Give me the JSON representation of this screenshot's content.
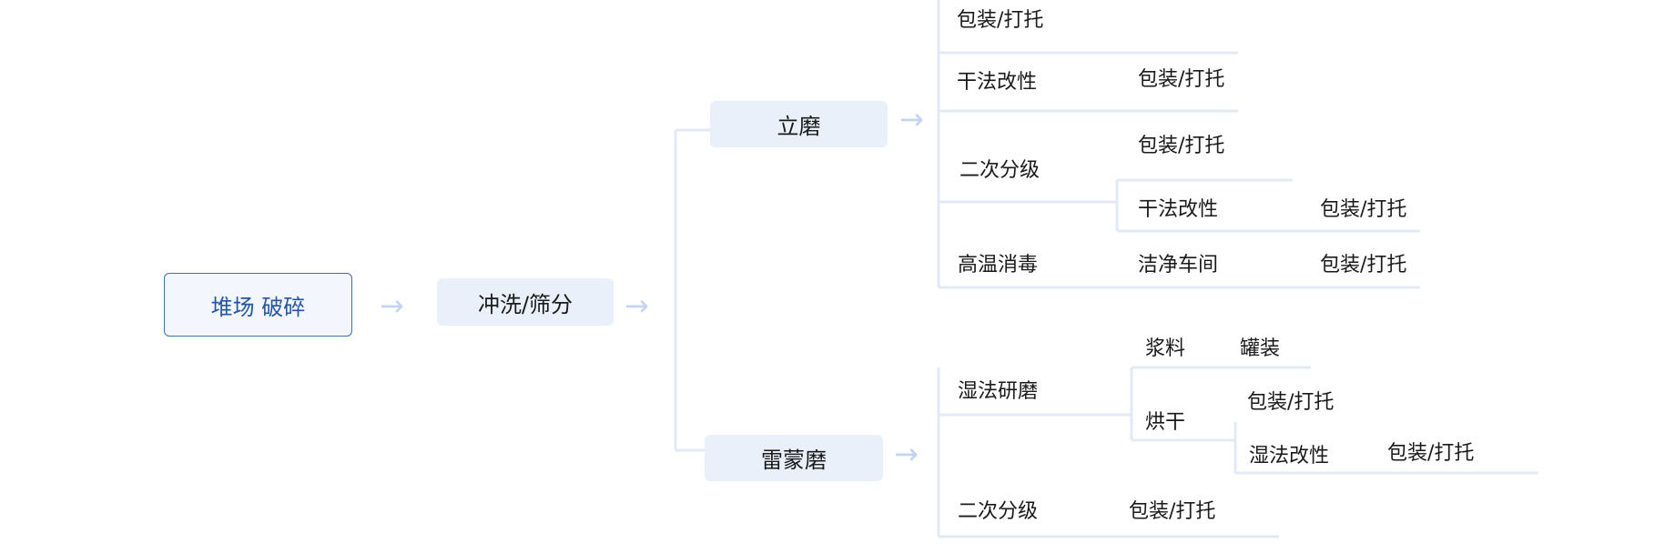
{
  "nodes": {
    "yard_crush": "堆场 破碎",
    "wash_screen": "冲洗/筛分",
    "vertical_mill": "立磨",
    "raymond_mill": "雷蒙磨"
  },
  "vertical_branch": {
    "pack1": "包装/打托",
    "dry_mod": "干法改性",
    "dry_mod_pack": "包装/打托",
    "secondary": "二次分级",
    "secondary_pack": "包装/打托",
    "secondary_dry_mod": "干法改性",
    "secondary_dry_mod_pack": "包装/打托",
    "sterilize": "高温消毒",
    "clean_room": "洁净车间",
    "clean_room_pack": "包装/打托"
  },
  "raymond_branch": {
    "wet_grind": "湿法研磨",
    "slurry": "浆料",
    "canning": "罐装",
    "drying": "烘干",
    "drying_pack": "包装/打托",
    "wet_mod": "湿法改性",
    "wet_mod_pack": "包装/打托",
    "secondary": "二次分级",
    "secondary_pack": "包装/打托"
  },
  "colors": {
    "start_border": "#3f6fb3",
    "start_text": "#2456a4",
    "node_fill": "#eaf0f9",
    "arrow": "#c3d4ee",
    "line": "#e3e9f4"
  }
}
